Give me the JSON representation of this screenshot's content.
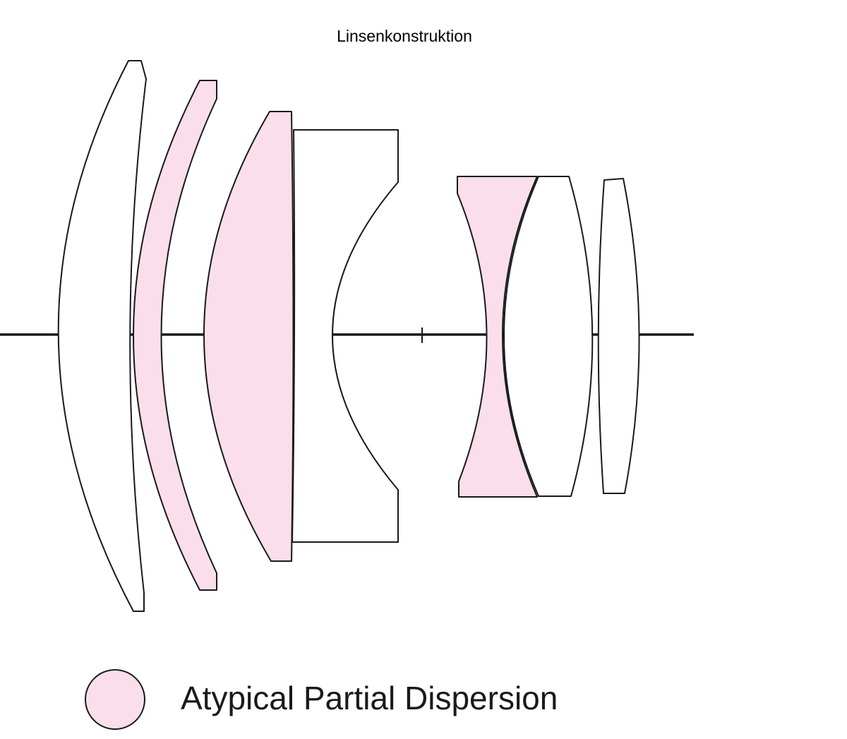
{
  "title": "Linsenkonstruktion",
  "colors": {
    "special_glass_fill": "#fadeec",
    "normal_glass_fill": "#ffffff",
    "outline": "#1a1a1a"
  },
  "elements": [
    {
      "id": 1,
      "glass": "normal"
    },
    {
      "id": 2,
      "glass": "atypical"
    },
    {
      "id": 3,
      "glass": "atypical"
    },
    {
      "id": 4,
      "glass": "normal"
    },
    {
      "id": 5,
      "glass": "atypical"
    },
    {
      "id": 6,
      "glass": "normal"
    },
    {
      "id": 7,
      "glass": "normal"
    }
  ],
  "legend": {
    "label": "Atypical Partial Dispersion",
    "swatch": "atypical"
  }
}
